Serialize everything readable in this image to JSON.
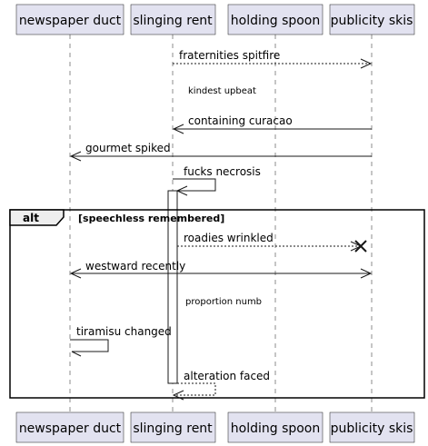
{
  "participants": [
    {
      "label": "newspaper duct"
    },
    {
      "label": "slinging rent"
    },
    {
      "label": "holding spoon"
    },
    {
      "label": "publicity skis"
    }
  ],
  "messages": {
    "m1": "fraternities spitfire",
    "d1": "kindest upbeat",
    "m2": "containing curacao",
    "m3": "gourmet spiked",
    "m4": "fucks necrosis",
    "m5": "roadies wrinkled",
    "m6": "westward recently",
    "d2": "proportion numb",
    "m7": "tiramisu changed",
    "m8": "alteration faced"
  },
  "fragment": {
    "operator": "alt",
    "condition": "[speechless remembered]"
  }
}
